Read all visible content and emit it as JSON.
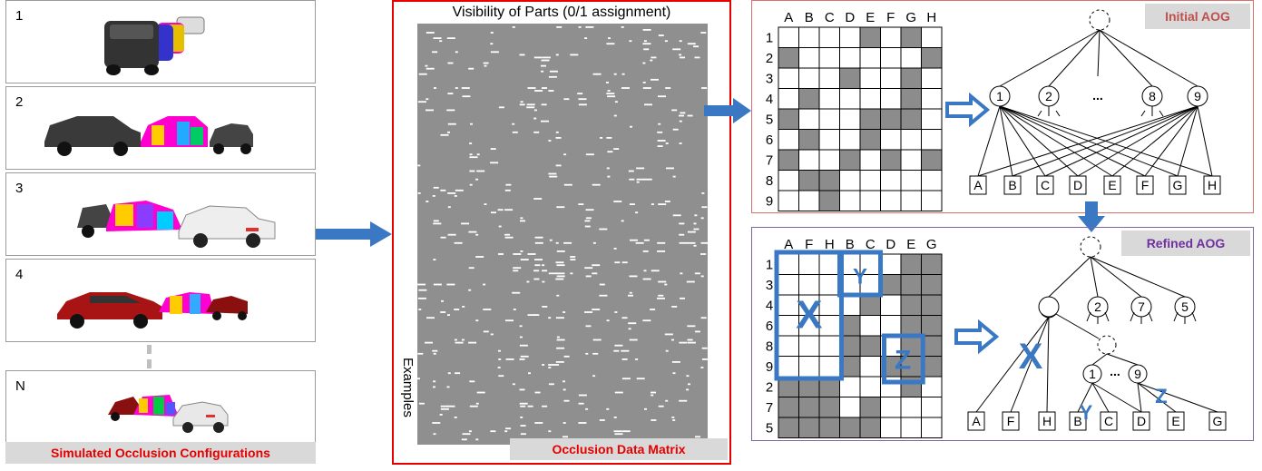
{
  "left": {
    "panels": [
      {
        "num": "1"
      },
      {
        "num": "2"
      },
      {
        "num": "3"
      },
      {
        "num": "4"
      },
      {
        "num": "N"
      }
    ],
    "caption": "Simulated Occlusion Configurations"
  },
  "matrix": {
    "title": "Visibility of Parts (0/1 assignment)",
    "ylabel": "Examples",
    "caption": "Occlusion Data Matrix"
  },
  "initial": {
    "tag": "Initial AOG",
    "cols": [
      "A",
      "B",
      "C",
      "D",
      "E",
      "F",
      "G",
      "H"
    ],
    "rows": [
      "1",
      "2",
      "3",
      "4",
      "5",
      "6",
      "7",
      "8",
      "9"
    ],
    "grid": [
      [
        0,
        0,
        0,
        0,
        1,
        0,
        1,
        0
      ],
      [
        1,
        0,
        0,
        0,
        0,
        0,
        0,
        1
      ],
      [
        0,
        0,
        0,
        1,
        0,
        0,
        1,
        0
      ],
      [
        0,
        1,
        0,
        0,
        0,
        0,
        1,
        0
      ],
      [
        1,
        0,
        0,
        0,
        1,
        1,
        1,
        0
      ],
      [
        0,
        1,
        0,
        0,
        1,
        0,
        0,
        0
      ],
      [
        1,
        0,
        0,
        1,
        0,
        1,
        0,
        1
      ],
      [
        0,
        1,
        1,
        0,
        0,
        0,
        0,
        0
      ],
      [
        0,
        0,
        1,
        0,
        0,
        0,
        0,
        0
      ]
    ],
    "nodes": [
      "1",
      "2",
      "8",
      "9"
    ],
    "ellipsis": "...",
    "leaves": [
      "A",
      "B",
      "C",
      "D",
      "E",
      "F",
      "G",
      "H"
    ]
  },
  "refined": {
    "tag": "Refined AOG",
    "cols": [
      "A",
      "F",
      "H",
      "B",
      "C",
      "D",
      "E",
      "G"
    ],
    "rows": [
      "1",
      "3",
      "4",
      "6",
      "8",
      "9",
      "2",
      "7",
      "5"
    ],
    "grid": [
      [
        0,
        0,
        0,
        0,
        0,
        0,
        1,
        1
      ],
      [
        0,
        0,
        0,
        0,
        0,
        1,
        1,
        1
      ],
      [
        0,
        0,
        0,
        0,
        1,
        0,
        1,
        1
      ],
      [
        0,
        0,
        0,
        1,
        0,
        0,
        1,
        1
      ],
      [
        0,
        0,
        0,
        1,
        1,
        0,
        1,
        1
      ],
      [
        0,
        0,
        0,
        1,
        0,
        1,
        1,
        1
      ],
      [
        1,
        1,
        1,
        0,
        0,
        0,
        1,
        0
      ],
      [
        1,
        1,
        1,
        0,
        1,
        0,
        0,
        0
      ],
      [
        1,
        1,
        1,
        1,
        1,
        0,
        0,
        0
      ]
    ],
    "boxes": [
      "X",
      "Y",
      "Z"
    ],
    "nodes": [
      "2",
      "7",
      "5",
      "1",
      "9"
    ],
    "ellipsis": "...",
    "leaves": [
      "A",
      "F",
      "H",
      "B",
      "C",
      "D",
      "E",
      "G"
    ],
    "tree_labels": [
      "X",
      "Y",
      "Z"
    ]
  },
  "colors": {
    "red": "#e60000",
    "blue": "#3a78c4",
    "grid_fill": "#8c8c8c",
    "purple": "#7030a0",
    "matrix_gray": "#8f8f8f"
  }
}
